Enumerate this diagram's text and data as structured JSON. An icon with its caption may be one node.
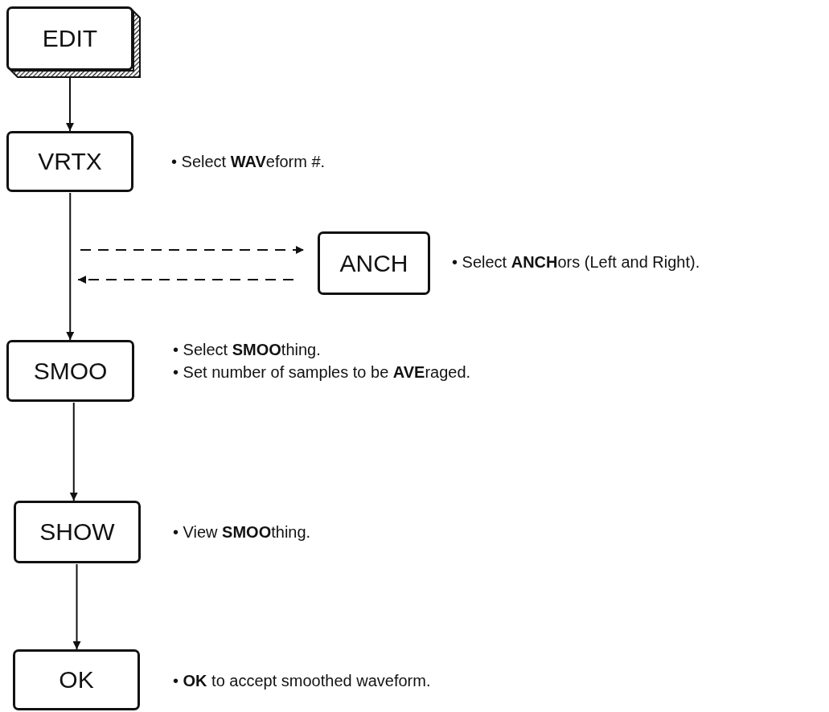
{
  "diagram": {
    "nodes": [
      {
        "text": [
          "EDIT"
        ]
      },
      {
        "text": [
          "VRTX"
        ],
        "beside": [
          "• Select **WAV**eform #."
        ]
      },
      {
        "text": [
          "ANCH"
        ],
        "beside": [
          "• Select **ANCH**ors (Left and Right)."
        ]
      },
      {
        "text": [
          "SMOO"
        ],
        "beside": [
          "• Select **SMOO**thing.",
          "• Set number of samples to be **AVE**raged."
        ]
      },
      {
        "text": [
          "SHOW"
        ],
        "beside": [
          "• View **SMOO**thing."
        ]
      },
      {
        "text": [
          "OK"
        ],
        "beside": [
          "• **OK** to accept smoothed waveform."
        ]
      }
    ],
    "edges": [
      {
        "from": 0,
        "to": 1,
        "arrow": "to"
      },
      {
        "from": 1,
        "to": 3,
        "arrow": "to"
      },
      {
        "from": 1,
        "to": 2,
        "arrow": "to",
        "style": "dashed"
      },
      {
        "from": 2,
        "to": 3,
        "arrow": "to",
        "style": "dashed"
      },
      {
        "from": 3,
        "to": 4,
        "arrow": "to"
      },
      {
        "from": 4,
        "to": 5,
        "arrow": "to"
      }
    ]
  }
}
